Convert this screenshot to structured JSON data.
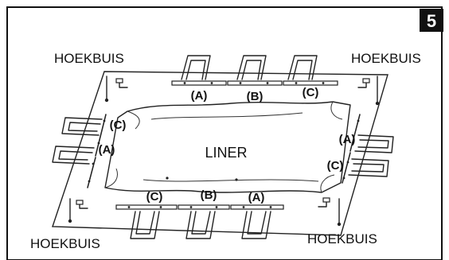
{
  "step": {
    "number": "5"
  },
  "corner_labels": {
    "top_left": "HOEKBUIS",
    "top_right": "HOEKBUIS",
    "bottom_left": "HOEKBUIS",
    "bottom_right": "HOEKBUIS"
  },
  "center_label": "LINER",
  "top_rails": [
    "(A)",
    "(B)",
    "(C)"
  ],
  "bottom_rails": [
    "(C)",
    "(B)",
    "(A)"
  ],
  "left_rails": [
    "(C)",
    "(A)"
  ],
  "right_rails": [
    "(A)",
    "(C)"
  ]
}
